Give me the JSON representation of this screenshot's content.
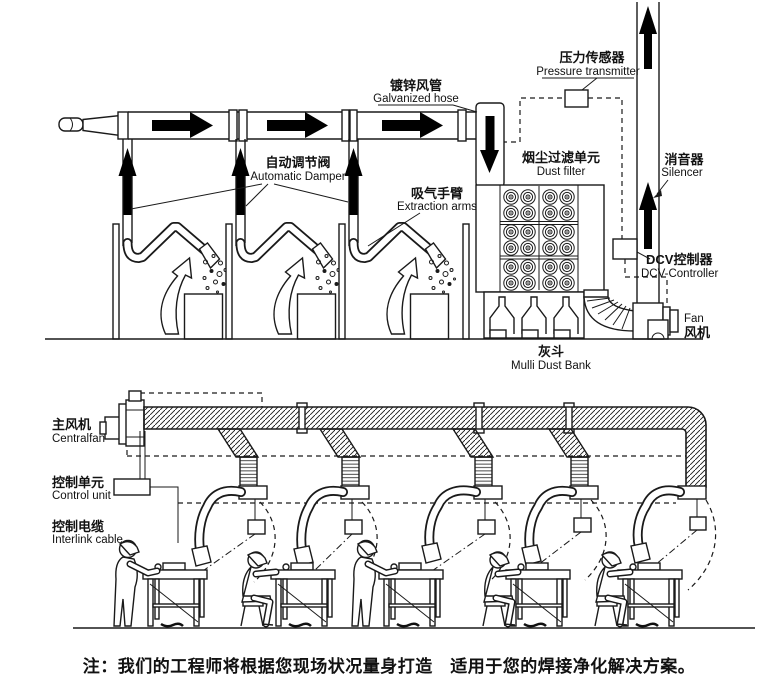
{
  "colors": {
    "background": "#ffffff",
    "line": "#1a1a1a",
    "arrow": "#000000"
  },
  "top_diagram": {
    "labels": {
      "galvanized_hose": {
        "zh": "镀锌风管",
        "en": "Galvanized hose"
      },
      "automatic_damper": {
        "zh": "自动调节阀",
        "en": "Automatic Damper"
      },
      "extraction_arms": {
        "zh": "吸气手臂",
        "en": "Extraction arms"
      },
      "pressure_transmitter": {
        "zh": "压力传感器",
        "en": "Pressure transmitter"
      },
      "dust_filter": {
        "zh": "烟尘过滤单元",
        "en": "Dust filter"
      },
      "silencer": {
        "zh": "消音器",
        "en": "Silencer"
      },
      "dcv_controller": {
        "zh": "DCV控制器",
        "en": "DCV-Controller"
      },
      "fan": {
        "zh": "风机",
        "en": "Fan"
      },
      "dust_bank": {
        "zh": "灰斗",
        "en": "Mulli Dust Bank"
      }
    }
  },
  "bottom_diagram": {
    "labels": {
      "central_fan": {
        "zh": "主风机",
        "en": "Centralfan"
      },
      "control_unit": {
        "zh": "控制单元",
        "en": "Control unit"
      },
      "interlink_cable": {
        "zh": "控制电缆",
        "en": "Interlink cable"
      }
    }
  },
  "footnote": "注：我们的工程师将根据您现场状况量身打造　适用于您的焊接净化解决方案。"
}
